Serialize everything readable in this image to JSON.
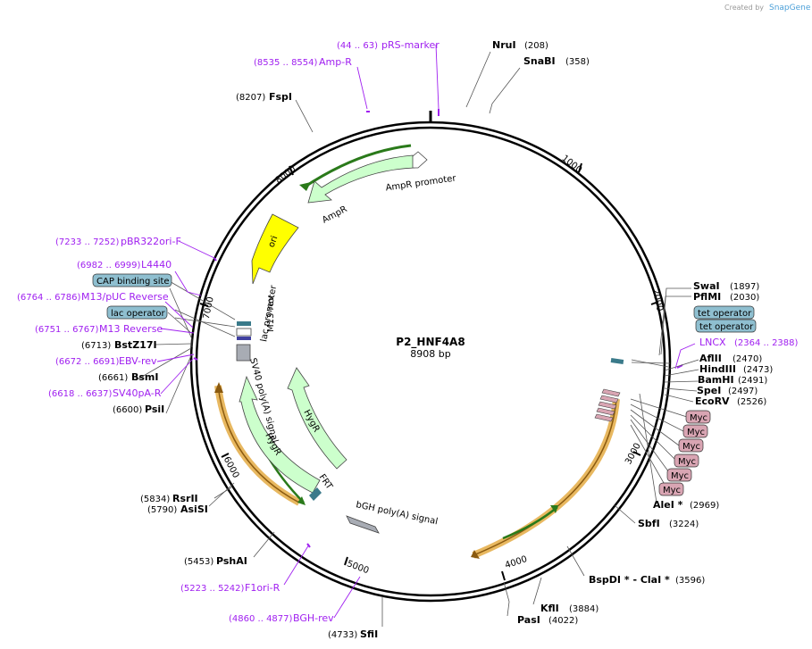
{
  "credit": {
    "text": "Created by",
    "brand": "SnapGene"
  },
  "plasmid": {
    "name": "P2_HNF4A8",
    "size_label": "8908 bp"
  },
  "tick_labels": [
    "1000",
    "2000",
    "3000",
    "4000",
    "5000",
    "6000",
    "7000",
    "8000"
  ],
  "enzymes": [
    {
      "name": "NruI",
      "pos": "(208)"
    },
    {
      "name": "SnaBI",
      "pos": "(358)"
    },
    {
      "name": "SwaI",
      "pos": "(1897)"
    },
    {
      "name": "PflMI",
      "pos": "(2030)"
    },
    {
      "name": "AflII",
      "pos": "(2470)"
    },
    {
      "name": "HindIII",
      "pos": "(2473)"
    },
    {
      "name": "BamHI",
      "pos": "(2491)"
    },
    {
      "name": "SpeI",
      "pos": "(2497)"
    },
    {
      "name": "EcoRV",
      "pos": "(2526)"
    },
    {
      "name": "AleI *",
      "pos": "(2969)"
    },
    {
      "name": "SbfI",
      "pos": "(3224)"
    },
    {
      "name": "BspDI * - ClaI *",
      "pos": "(3596)"
    },
    {
      "name": "KflI",
      "pos": "(3884)"
    },
    {
      "name": "PasI",
      "pos": "(4022)"
    },
    {
      "name": "SfiI",
      "pos": "(4733)"
    },
    {
      "name": "PshAI",
      "pos": "(5453)"
    },
    {
      "name": "RsrII",
      "pos": "(5834)"
    },
    {
      "name": "AsiSI",
      "pos": "(5790)"
    },
    {
      "name": "PsiI",
      "pos": "(6600)"
    },
    {
      "name": "BsmI",
      "pos": "(6661)"
    },
    {
      "name": "BstZ17I",
      "pos": "(6713)"
    },
    {
      "name": "FspI",
      "pos": "(8207)"
    }
  ],
  "primers": [
    {
      "name": "pRS-marker",
      "range": "(44 .. 63)"
    },
    {
      "name": "Amp-R",
      "range": "(8535 .. 8554)"
    },
    {
      "name": "pBR322ori-F",
      "range": "(7233 .. 7252)"
    },
    {
      "name": "L4440",
      "range": "(6982 .. 6999)"
    },
    {
      "name": "M13/pUC Reverse",
      "range": "(6764 .. 6786)"
    },
    {
      "name": "M13 Reverse",
      "range": "(6751 .. 6767)"
    },
    {
      "name": "EBV-rev",
      "range": "(6672 .. 6691)"
    },
    {
      "name": "SV40pA-R",
      "range": "(6618 .. 6637)"
    },
    {
      "name": "F1ori-R",
      "range": "(5223 .. 5242)"
    },
    {
      "name": "BGH-rev",
      "range": "(4860 .. 4877)"
    },
    {
      "name": "LNCX",
      "range": "(2364 .. 2388)"
    }
  ],
  "badges": {
    "cap": "CAP binding site",
    "lacop": "lac operator",
    "tet1": "tet operator",
    "tet2": "tet operator",
    "myc": [
      "Myc",
      "Myc",
      "Myc",
      "Myc",
      "Myc",
      "Myc"
    ]
  },
  "features": {
    "ampr_promoter": "AmpR promoter",
    "ampr": "AmpR",
    "ori": "ori",
    "lac_promoter": "lac promoter",
    "m13_rev": "M13 rev",
    "sv40": "SV40 poly(A) signal",
    "hygr_inner": "HygR",
    "hygr_outer": "HygR",
    "frt": "FRT",
    "bgh": "bGH poly(A) signal"
  },
  "colors": {
    "primer": "#a020f0",
    "resistance": "#ccffcc",
    "ori": "#ffff00",
    "badge_blue": "#8fbfd0",
    "badge_pink": "#d9a5b3",
    "highlight": "#f0c070"
  }
}
